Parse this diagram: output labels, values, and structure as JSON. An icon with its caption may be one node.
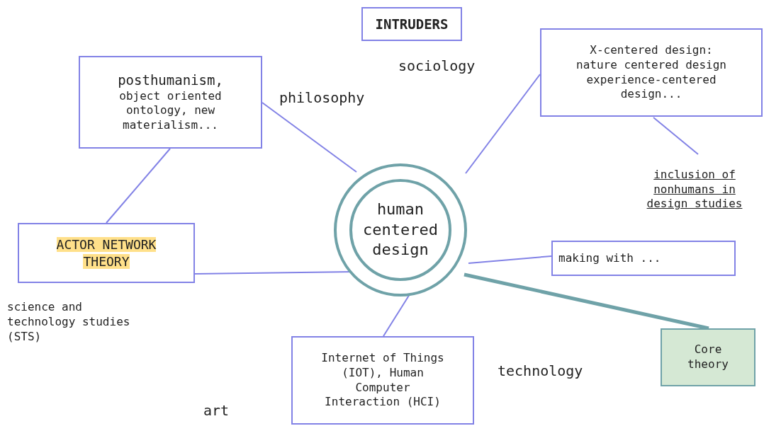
{
  "diagram": {
    "nodes": [
      {
        "text": [
          "INTRUDERS"
        ]
      },
      {
        "text": [
          "posthumanism,",
          "object oriented ontology, new materialism..."
        ]
      },
      {
        "text": [
          "X-centered design: nature centered design experience-centered design..."
        ]
      },
      {
        "text": [
          "inclusion of nonhumans in design studies"
        ]
      },
      {
        "text": [
          "human centered design"
        ]
      },
      {
        "text": [
          "ACTOR NETWORK THEORY"
        ]
      },
      {
        "text": [
          "making with ..."
        ]
      },
      {
        "text": [
          "Internet of Things (IOT), Human Computer Interaction (HCI)"
        ]
      },
      {
        "text": [
          "Core theory"
        ]
      }
    ],
    "edges": [
      {
        "from": 1,
        "to": 4,
        "arrow": "none"
      },
      {
        "from": 2,
        "to": 4,
        "arrow": "none"
      },
      {
        "from": 2,
        "to": 3,
        "arrow": "none"
      },
      {
        "from": 1,
        "to": 5,
        "arrow": "none"
      },
      {
        "from": 5,
        "to": 4,
        "arrow": "none"
      },
      {
        "from": 4,
        "to": 6,
        "arrow": "none"
      },
      {
        "from": 4,
        "to": 7,
        "arrow": "none"
      },
      {
        "from": 4,
        "to": 8,
        "arrow": "none",
        "style": "thick",
        "color": "#6fa2a8"
      }
    ],
    "labels": [
      "sociology",
      "philosophy",
      "science and technology studies (STS)",
      "technology",
      "art"
    ]
  }
}
